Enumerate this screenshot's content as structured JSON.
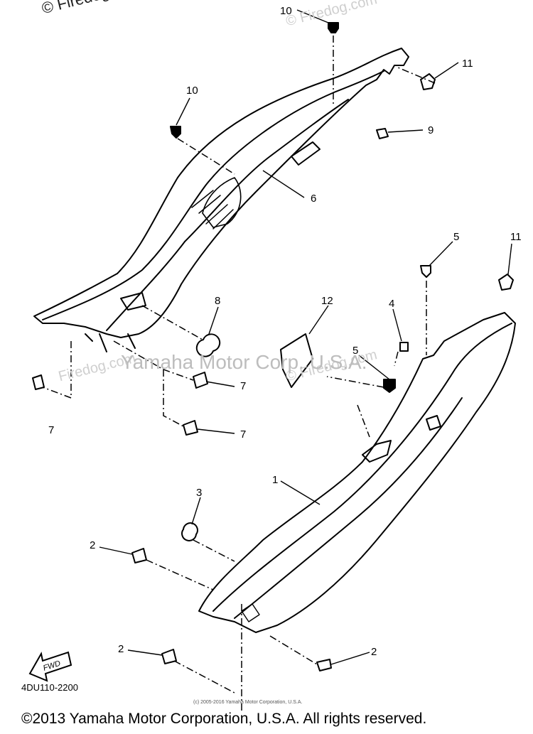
{
  "watermarks": {
    "top_left": "© Firedog.com",
    "top_right": "© Firedog.com",
    "mid_left": "Firedog.com",
    "mid_right": "© Firedog.com",
    "center": "Yamaha Motor Corp. U.S.A."
  },
  "part_labels": {
    "p10a": "10",
    "p10b": "10",
    "p11a": "11",
    "p11b": "11",
    "p9": "9",
    "p6": "6",
    "p5a": "5",
    "p5b": "5",
    "p8": "8",
    "p4": "4",
    "p12": "12",
    "p7a": "7",
    "p7b": "7",
    "p7c": "7",
    "p3": "3",
    "p1": "1",
    "p2a": "2",
    "p2b": "2",
    "p2c": "2"
  },
  "arrow_label": "FWD",
  "diagram_code": "4DU110-2200",
  "small_copyright": "(c) 2005-2016 Yamaha Motor Corporation, U.S.A.",
  "footer": "©2013 Yamaha Motor Corporation, U.S.A. All rights reserved."
}
